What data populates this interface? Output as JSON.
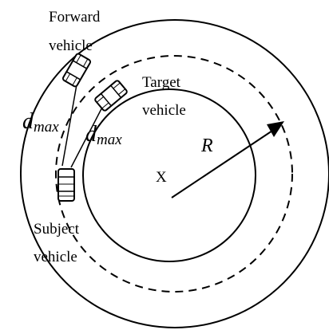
{
  "labels": {
    "forward_vehicle_line1": "Forward",
    "forward_vehicle_line2": "vehicle",
    "target_vehicle_line1": "Target",
    "target_vehicle_line2": "vehicle",
    "subject_vehicle_line1": "Subject",
    "subject_vehicle_line2": "vehicle",
    "radius_symbol": "R",
    "center_mark": "X",
    "distance_symbol": "d",
    "distance_subscript": "max"
  },
  "colors": {
    "stroke": "#000000",
    "background": "#ffffff"
  },
  "icons": {
    "vehicle": "car-top-view-icon",
    "arrow": "arrowhead-icon"
  }
}
